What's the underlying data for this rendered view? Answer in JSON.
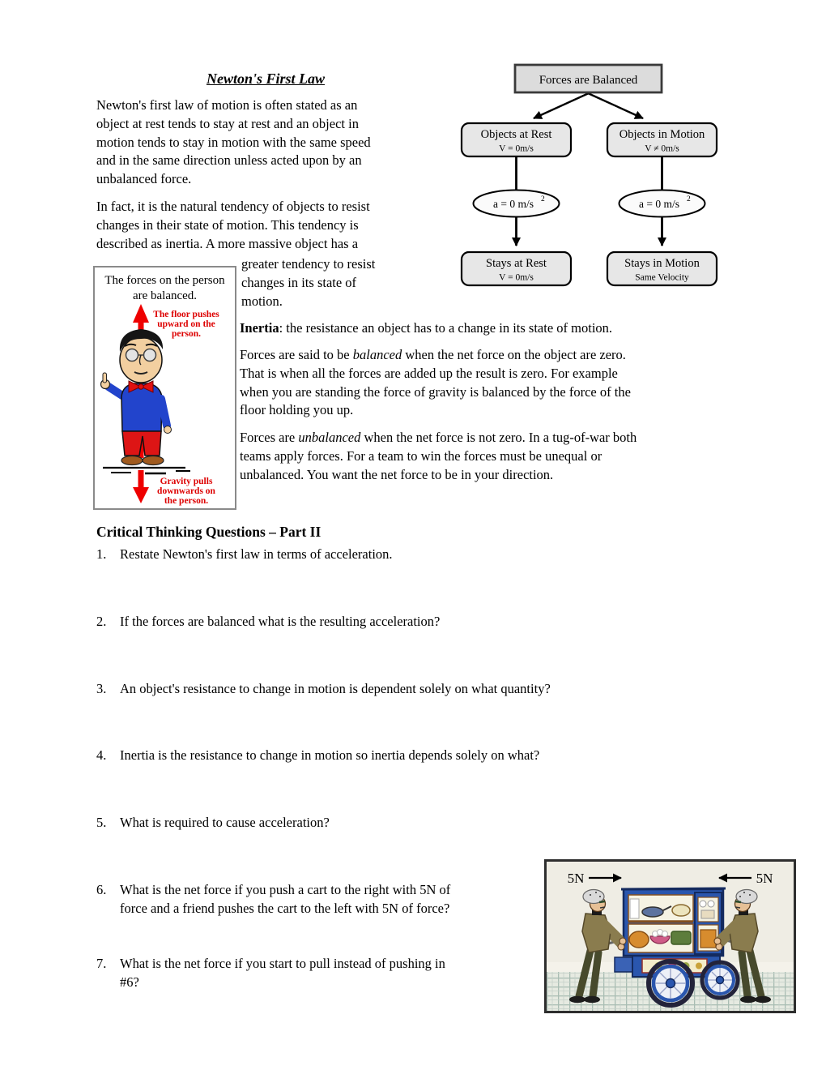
{
  "title": "Newton's First Law",
  "intro": {
    "p1": "Newton's first law of motion is often stated as an\nobject at rest tends to stay at rest and an object in\nmotion tends to stay in motion with the same speed\nand in the same direction unless acted upon by an\nunbalanced force.",
    "p2a": "In fact, it is the natural tendency of objects to resist\nchanges in their state of motion. This tendency is\ndescribed as inertia. A more massive object has a",
    "p2b": "greater tendency to resist\nchanges in its state of\nmotion."
  },
  "definitions": {
    "inertia_term": "Inertia",
    "inertia_rest": ": the resistance an object has to a change in its state of motion.",
    "balanced_pre": "Forces are said to be ",
    "balanced_word": "balanced",
    "balanced_post": " when the net force on the object are zero.\nThat is when all the forces are added up the result is zero.  For example\nwhen you are standing the force of gravity is balanced by the force of the\nfloor holding you up.",
    "unbalanced_pre": "Forces are ",
    "unbalanced_word": "unbalanced",
    "unbalanced_post": " when the net force is not zero.  In a tug-of-war both\nteams apply forces.  For a team to win the forces must be unequal or\nunbalanced.  You want the net force to be in your direction."
  },
  "flowchart": {
    "root": "Forces are Balanced",
    "left_top1": "Objects at Rest",
    "left_top2": "V = 0m/s",
    "right_top1": "Objects in Motion",
    "right_top2": "V ≠ 0m/s",
    "accel_main": "a = 0 m/s",
    "accel_sup": "2",
    "left_bot1": "Stays at Rest",
    "left_bot2": "V = 0m/s",
    "right_bot1": "Stays in Motion",
    "right_bot2": "Same Velocity",
    "root_fill": "#dcdcdc",
    "box_fill": "#e7e7e7",
    "ellipse_fill": "#fbfbfb"
  },
  "person_figure": {
    "caption_line1": "The forces on the person",
    "caption_line2": "are balanced.",
    "up_line1": "The floor pushes",
    "up_line2": "upward on the",
    "up_line3": "person.",
    "down_line1": "Gravity pulls",
    "down_line2": "downwards on",
    "down_line3": "the person.",
    "arrow_color": "#ee0000",
    "label_color": "#dd0000",
    "sweater_color": "#2244cc",
    "pants_color": "#dd1515"
  },
  "questions": {
    "heading": "Critical Thinking Questions – Part II",
    "items": [
      {
        "num": "1.",
        "text": "Restate Newton's first law in terms of acceleration."
      },
      {
        "num": "2.",
        "text": "If the forces are balanced what is the resulting acceleration?"
      },
      {
        "num": "3.",
        "text": "An object's resistance to change in motion is dependent solely on what quantity?"
      },
      {
        "num": "4.",
        "text": "Inertia is the resistance to change in motion so inertia depends solely on what?"
      },
      {
        "num": "5.",
        "text": "What is required to cause acceleration?"
      },
      {
        "num": "6.",
        "text": "What is the net force if you push a cart to the right with 5N of\nforce and a friend pushes the cart to the left with 5N of force?"
      },
      {
        "num": "7.",
        "text": "What is the net force if you start to pull instead of pushing in\n#6?"
      }
    ]
  },
  "cart_figure": {
    "left_force": "5N",
    "right_force": "5N",
    "cart_color": "#2a56ae"
  }
}
